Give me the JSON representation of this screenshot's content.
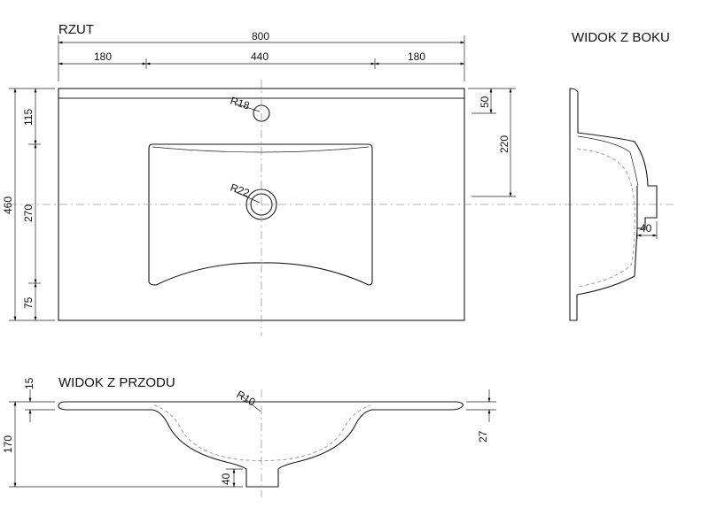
{
  "views": {
    "plan_title": "RZUT",
    "side_title": "WIDOK Z BOKU",
    "front_title": "WIDOK Z PRZODU"
  },
  "dimensions": {
    "total_width": "800",
    "left_margin": "180",
    "middle_width": "440",
    "right_margin": "180",
    "total_depth": "460",
    "top_offset": "115",
    "bowl_depth": "270",
    "bottom_offset": "75",
    "rim_depth": "50",
    "drain_offset": "220",
    "tap_hole_radius": "R18",
    "drain_radius": "R22",
    "side_drain": "40",
    "front_rim": "15",
    "front_height": "170",
    "front_radius": "R10",
    "front_drain": "40",
    "front_step": "27"
  }
}
